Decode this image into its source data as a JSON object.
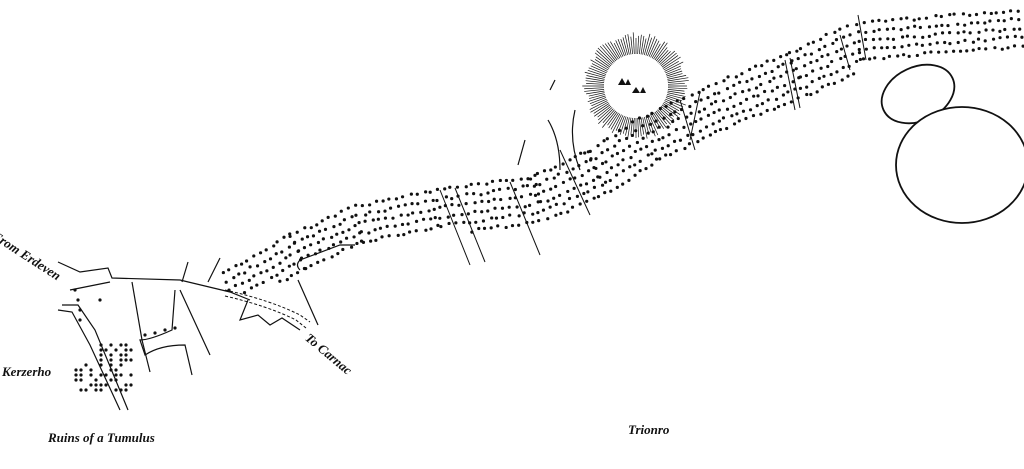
{
  "labels": {
    "from_erdeven": "From Erdeven",
    "to_carnac": "To Carnac",
    "kerzerho": "Kerzerho",
    "ruins": "Ruins of a Tumulus",
    "trionro": "Trionro"
  },
  "colors": {
    "ink": "#111111",
    "paper": "#ffffff"
  }
}
